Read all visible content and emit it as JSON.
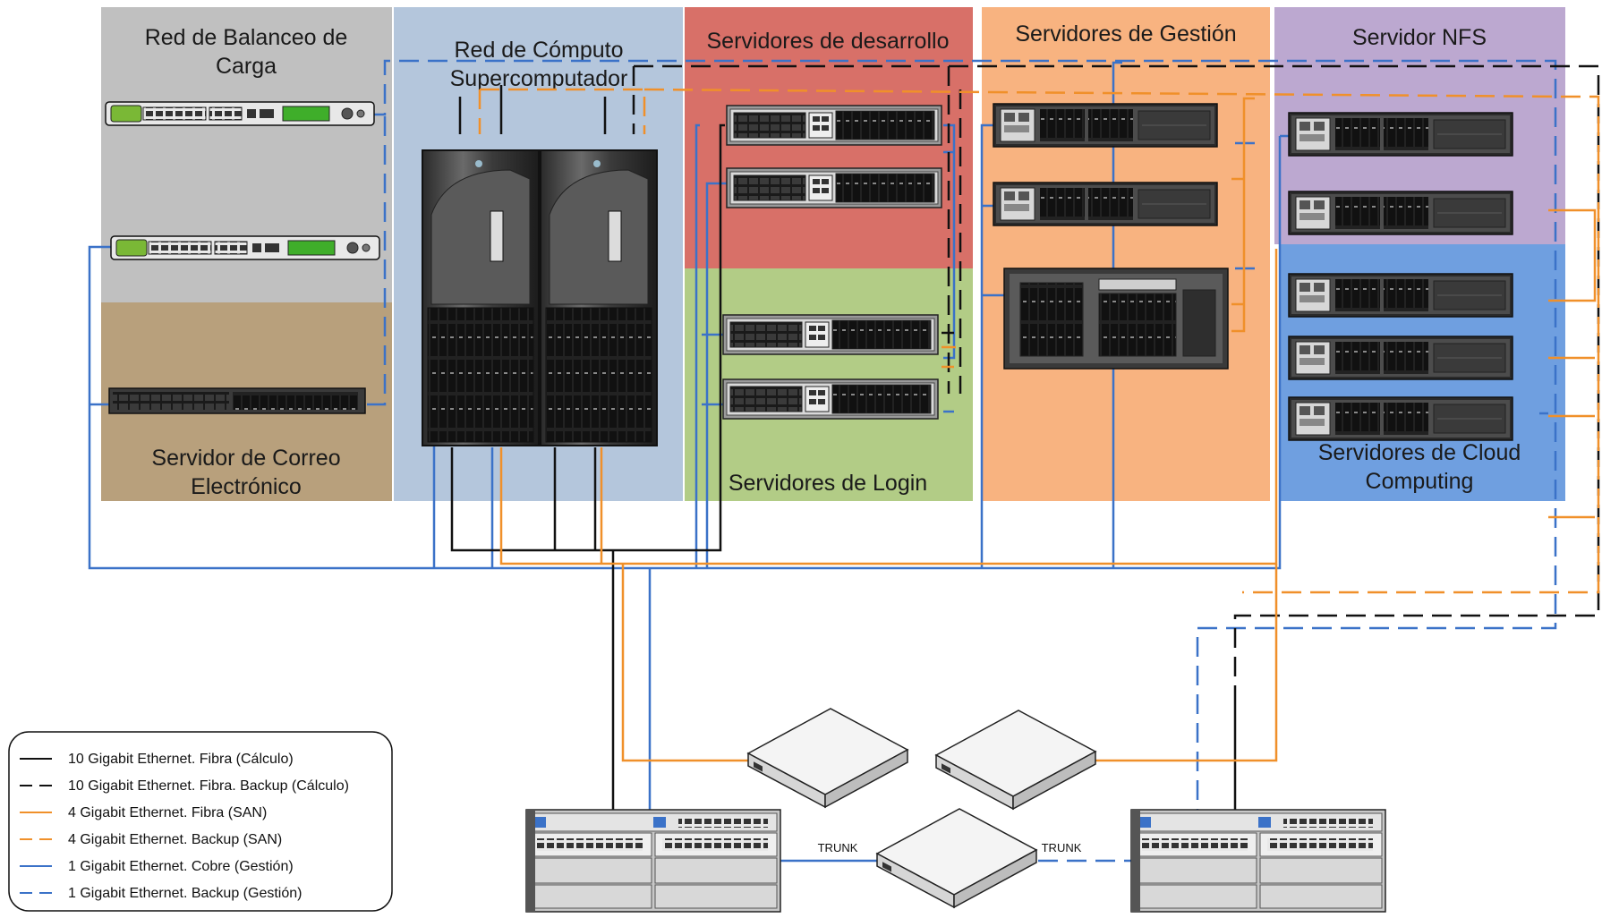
{
  "zones": {
    "balanceo": {
      "line1": "Red de Balanceo de",
      "line2": "Carga",
      "color": "#c0c0c0"
    },
    "correo": {
      "line1": "Servidor de Correo",
      "line2": "Electrónico",
      "color": "#b8a07c"
    },
    "computo": {
      "line1": "Red de Cómputo",
      "line2": "Supercomputador",
      "color": "#b4c6dc"
    },
    "desarrollo": {
      "label": "Servidores de desarrollo",
      "color": "#d87068"
    },
    "login": {
      "label": "Servidores de Login",
      "color": "#b2cc86"
    },
    "gestion": {
      "label": "Servidores de Gestión",
      "color": "#f8b380"
    },
    "nfs": {
      "label": "Servidor NFS",
      "color": "#bca8d0"
    },
    "cloud": {
      "line1": "Servidores de Cloud",
      "line2": "Computing",
      "color": "#6f9fe0"
    }
  },
  "legend": {
    "items": [
      {
        "label": "10 Gigabit Ethernet. Fibra (Cálculo)",
        "color": "#111111",
        "dashed": false
      },
      {
        "label": "10 Gigabit Ethernet. Fibra. Backup (Cálculo)",
        "color": "#111111",
        "dashed": true
      },
      {
        "label": "4 Gigabit Ethernet. Fibra (SAN)",
        "color": "#f0902a",
        "dashed": false
      },
      {
        "label": "4 Gigabit Ethernet. Backup (SAN)",
        "color": "#f0902a",
        "dashed": true
      },
      {
        "label": "1 Gigabit Ethernet. Cobre (Gestión)",
        "color": "#3b72c8",
        "dashed": false
      },
      {
        "label": "1 Gigabit Ethernet. Backup (Gestión)",
        "color": "#3b72c8",
        "dashed": true
      }
    ]
  },
  "trunks": {
    "left": "TRUNK",
    "right": "TRUNK"
  },
  "colors": {
    "calculo": "#111111",
    "san": "#f0902a",
    "gestion": "#3b72c8"
  },
  "icons": [
    "load-balancer-icon",
    "mail-server-icon",
    "supercomputer-rack-icon",
    "server-2u-icon",
    "server-tower-icon",
    "network-switch-icon",
    "core-switch-chassis-icon"
  ]
}
